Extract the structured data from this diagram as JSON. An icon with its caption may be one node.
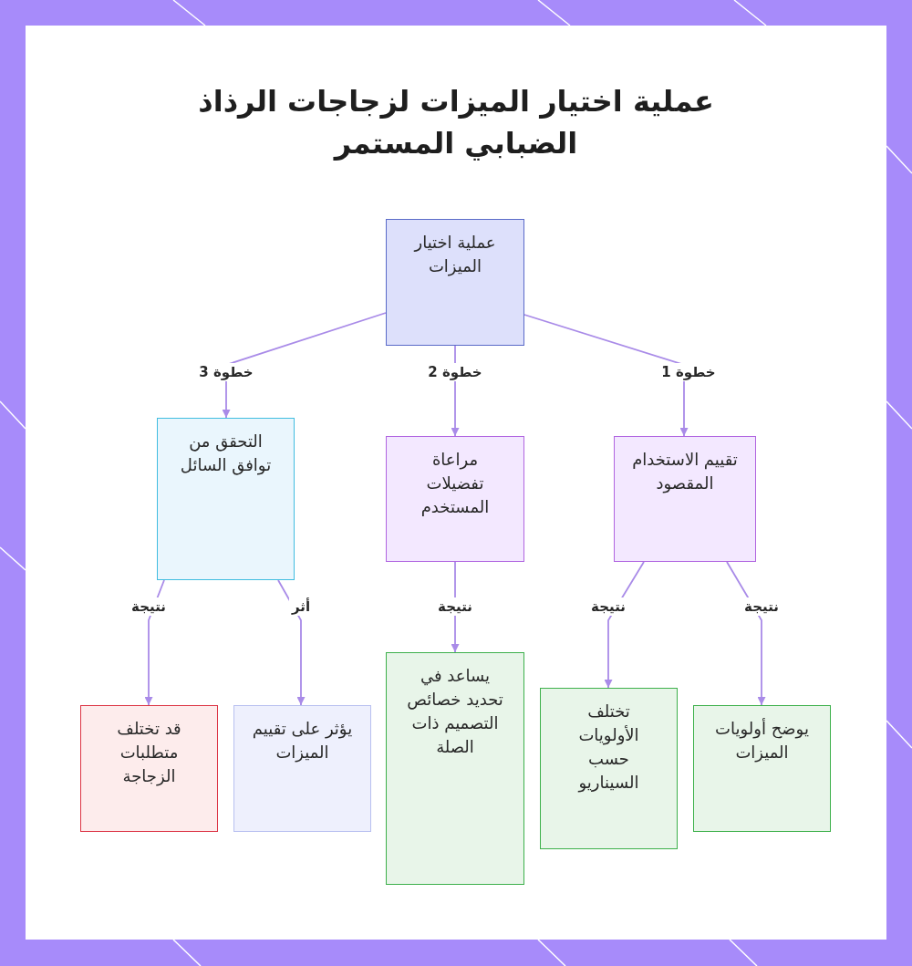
{
  "diagram": {
    "title": "عملية اختيار الميزات لزجاجات الرذاذ الضبابي المستمر",
    "nodes": [
      {
        "text": [
          "عملية اختيار الميزات"
        ]
      },
      {
        "text": [
          "تقييم الاستخدام المقصود"
        ]
      },
      {
        "text": [
          "مراعاة تفضيلات المستخدم"
        ]
      },
      {
        "text": [
          "التحقق من توافق السائل"
        ]
      },
      {
        "text": [
          "يوضح أولويات الميزات"
        ]
      },
      {
        "text": [
          "تختلف الأولويات حسب السيناريو"
        ]
      },
      {
        "text": [
          "يساعد في تحديد خصائص التصميم ذات الصلة"
        ]
      },
      {
        "text": [
          "يؤثر على تقييم الميزات"
        ]
      },
      {
        "text": [
          "قد تختلف متطلبات الزجاجة"
        ]
      }
    ],
    "edges": [
      {
        "from": 0,
        "to": 1,
        "arrow": "to",
        "label": "خطوة 1"
      },
      {
        "from": 0,
        "to": 2,
        "arrow": "to",
        "label": "خطوة 2"
      },
      {
        "from": 0,
        "to": 3,
        "arrow": "to",
        "label": "خطوة 3"
      },
      {
        "from": 1,
        "to": 4,
        "arrow": "to",
        "label": "نتيجة"
      },
      {
        "from": 1,
        "to": 5,
        "arrow": "to",
        "label": "نتيجة"
      },
      {
        "from": 2,
        "to": 6,
        "arrow": "to",
        "label": "نتيجة"
      },
      {
        "from": 3,
        "to": 7,
        "arrow": "to",
        "label": "أثر"
      },
      {
        "from": 3,
        "to": 8,
        "arrow": "to",
        "label": "نتيجة"
      }
    ]
  }
}
